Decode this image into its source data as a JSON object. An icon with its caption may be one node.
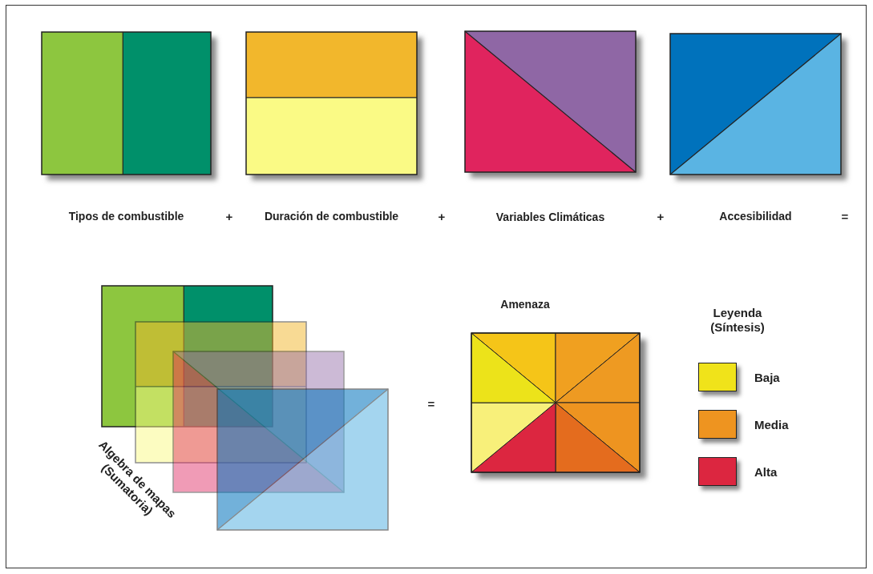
{
  "diagram": {
    "nodes": [
      {
        "text": [
          "Tipos de combustible"
        ]
      },
      {
        "text": [
          "Duración de combustible"
        ]
      },
      {
        "text": [
          "Variables Climáticas"
        ]
      },
      {
        "text": [
          "Accesibilidad"
        ]
      },
      {
        "text": [
          "Algebra de mapas (Sumatoria)"
        ]
      },
      {
        "text": [
          "Amenaza"
        ]
      }
    ],
    "edges": [],
    "labels": [
      "+",
      "+",
      "+",
      "=",
      "=",
      "Leyenda (Síntesis)"
    ],
    "legend": [
      {
        "text": "Baja",
        "color": "#f0e31a"
      },
      {
        "text": "Media",
        "color": "#ee9420"
      },
      {
        "text": "Alta",
        "color": "#dc2640"
      }
    ]
  }
}
